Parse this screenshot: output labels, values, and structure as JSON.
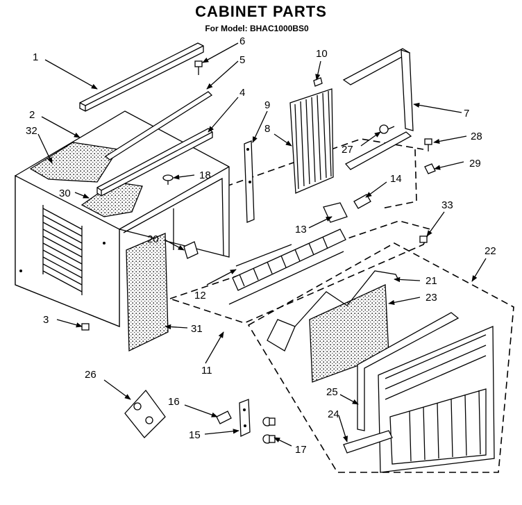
{
  "header": {
    "title": "CABINET PARTS",
    "subtitle": "For Model: BHAC1000BS0"
  },
  "callouts": [
    "1",
    "2",
    "3",
    "4",
    "5",
    "6",
    "7",
    "8",
    "9",
    "10",
    "11",
    "12",
    "13",
    "14",
    "15",
    "16",
    "17",
    "18",
    "20",
    "21",
    "22",
    "23",
    "24",
    "25",
    "26",
    "27",
    "28",
    "29",
    "30",
    "31",
    "32",
    "33"
  ]
}
